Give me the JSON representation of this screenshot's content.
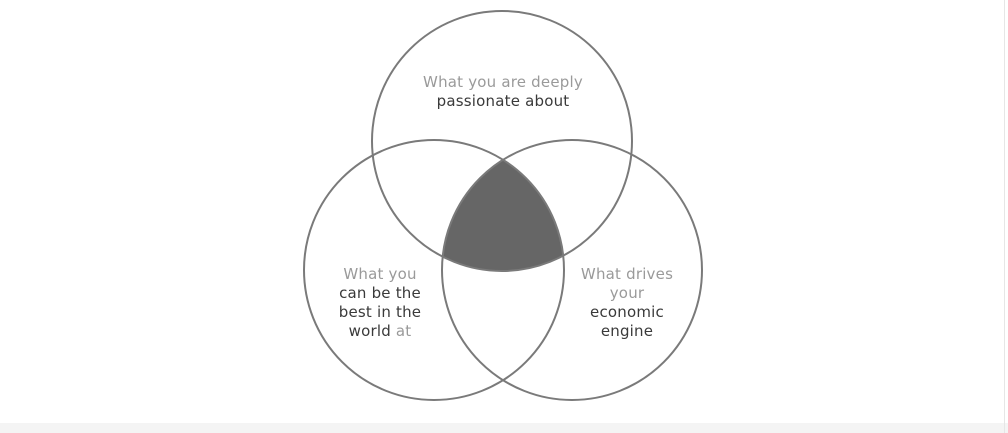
{
  "colors": {
    "background": "#ffffff",
    "circle_stroke": "#7a7a7a",
    "intersection_fill": "#666666",
    "muted_text": "#9a9a9a",
    "strong_text": "#3a3a3a"
  },
  "circles": {
    "top": {
      "lines": [
        {
          "text": "What you are deeply",
          "tone": "muted"
        },
        {
          "text": "passionate about",
          "tone": "strong"
        }
      ]
    },
    "left": {
      "lines": [
        {
          "text": "What you",
          "tone": "muted"
        },
        {
          "text": "can be the",
          "tone": "strong"
        },
        {
          "text": "best in the",
          "tone": "strong"
        },
        {
          "text_strong": "world",
          "text_muted": "at"
        }
      ]
    },
    "right": {
      "lines": [
        {
          "text": "What drives",
          "tone": "muted"
        },
        {
          "text": "your",
          "tone": "muted"
        },
        {
          "text": "economic",
          "tone": "strong"
        },
        {
          "text": "engine",
          "tone": "strong"
        }
      ]
    }
  }
}
